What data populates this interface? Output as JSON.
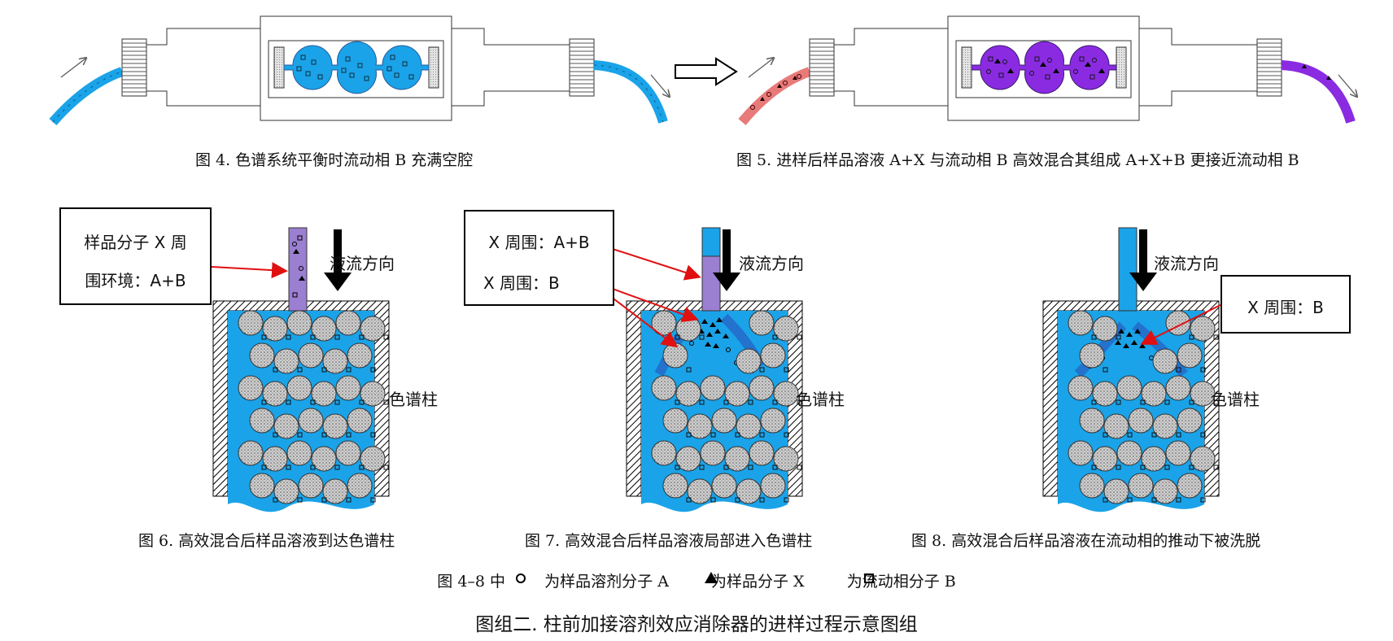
{
  "figures": {
    "fig4": {
      "caption": "图 4. 色谱系统平衡时流动相 B 充满空腔"
    },
    "fig5": {
      "caption": "图 5. 进样后样品溶液 A+X 与流动相 B 高效混合其组成 A+X+B 更接近流动相 B"
    },
    "fig6": {
      "caption": "图 6. 高效混合后样品溶液到达色谱柱",
      "box_line1": "样品分子 X 周",
      "box_line2": "围环境：A+B",
      "flow_label": "液流方向",
      "column_label": "色谱柱"
    },
    "fig7": {
      "caption": "图 7. 高效混合后样品溶液局部进入色谱柱",
      "box_line1": "X 周围：A+B",
      "box_line2": "X 周围：B",
      "flow_label": "液流方向",
      "column_label": "色谱柱"
    },
    "fig8": {
      "caption": "图 8. 高效混合后样品溶液在流动相的推动下被洗脱",
      "box_line1": "X 周围：B",
      "flow_label": "液流方向",
      "column_label": "色谱柱"
    }
  },
  "legend": {
    "prefix": "图 4–8 中",
    "item_a": "为样品溶剂分子 A",
    "item_x": "为样品分子 X",
    "item_b": "为流动相分子 B"
  },
  "title": "图组二. 柱前加接溶剂效应消除器的进样过程示意图组",
  "colors": {
    "mobile_phase_b": "#1aa3e8",
    "sample_solution": "#e87a7a",
    "mixed_solution": "#8a2be2",
    "column_band": "#9b7fd1",
    "arrow_red": "#e01010"
  }
}
